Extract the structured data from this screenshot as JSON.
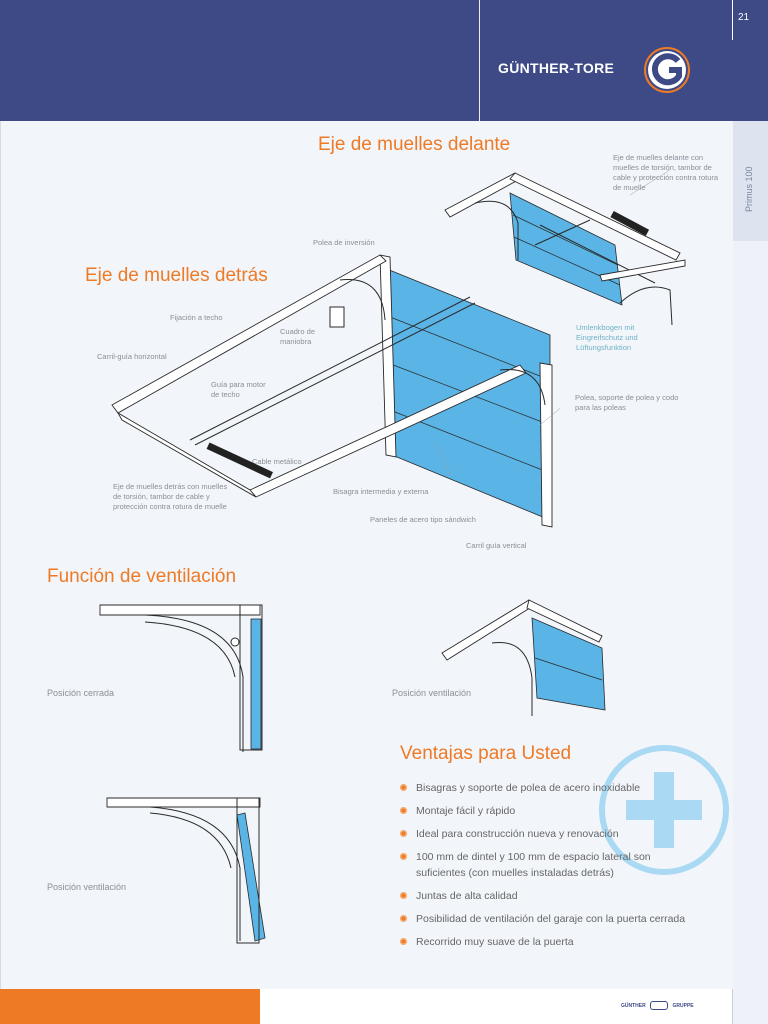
{
  "header": {
    "page_number": "21",
    "brand": "GÜNTHER-TORE",
    "logo_letter": "G",
    "side_label": "Primus 100"
  },
  "sections": {
    "front_title": "Eje de muelles delante",
    "rear_title": "Eje de muelles detrás",
    "vent_title": "Función de ventilación",
    "adv_title": "Ventajas para Usted"
  },
  "callouts": {
    "front_desc": "Eje de muelles delante con muelles de torsión, tambor de cable y protección contra rotura de muelle",
    "polea_inversion": "Polea de inversión",
    "fijacion_techo": "Fijación a techo",
    "cuadro_maniobra": "Cuadro de maniobra",
    "carril_guia_horizontal": "Carril-guía horizontal",
    "guia_motor": "Guía para motor de techo",
    "cable_metalico": "Cable metálico",
    "rear_desc": "Eje de muelles detrás con muelles de torsión, tambor de cable y protección contra rotura de muelle",
    "bisagra": "Bisagra intermedia y externa",
    "paneles": "Paneles de acero tipo sándwich",
    "carril_vertical": "Carril guía vertical",
    "umlenkbogen": "Umlenkbogen mit Eingreifschutz und Lüftungsfunktion",
    "polea_soporte": "Polea, soporte de polea y codo para las poleas"
  },
  "positions": {
    "cerrada": "Posición cerrada",
    "ventilacion_right": "Posición ventilación",
    "ventilacion_left": "Posición ventilación"
  },
  "advantages": [
    "Bisagras y soporte de polea de acero inoxidable",
    "Montaje fácil y rápido",
    "Ideal para construcción nueva y renovación",
    "100 mm de dintel y 100 mm de espacio lateral son suficientes (con muelles instaladas detrás)",
    "Juntas de alta calidad",
    "Posibilidad de ventilación del garaje con la puerta cerrada",
    "Recorrido muy suave de la puerta"
  ],
  "footer": {
    "brand_left": "GÜNTHER",
    "brand_right": "GRUPPE"
  },
  "colors": {
    "header": "#3d4a86",
    "accent": "#ef7a25",
    "panel": "#5ab4e6"
  }
}
